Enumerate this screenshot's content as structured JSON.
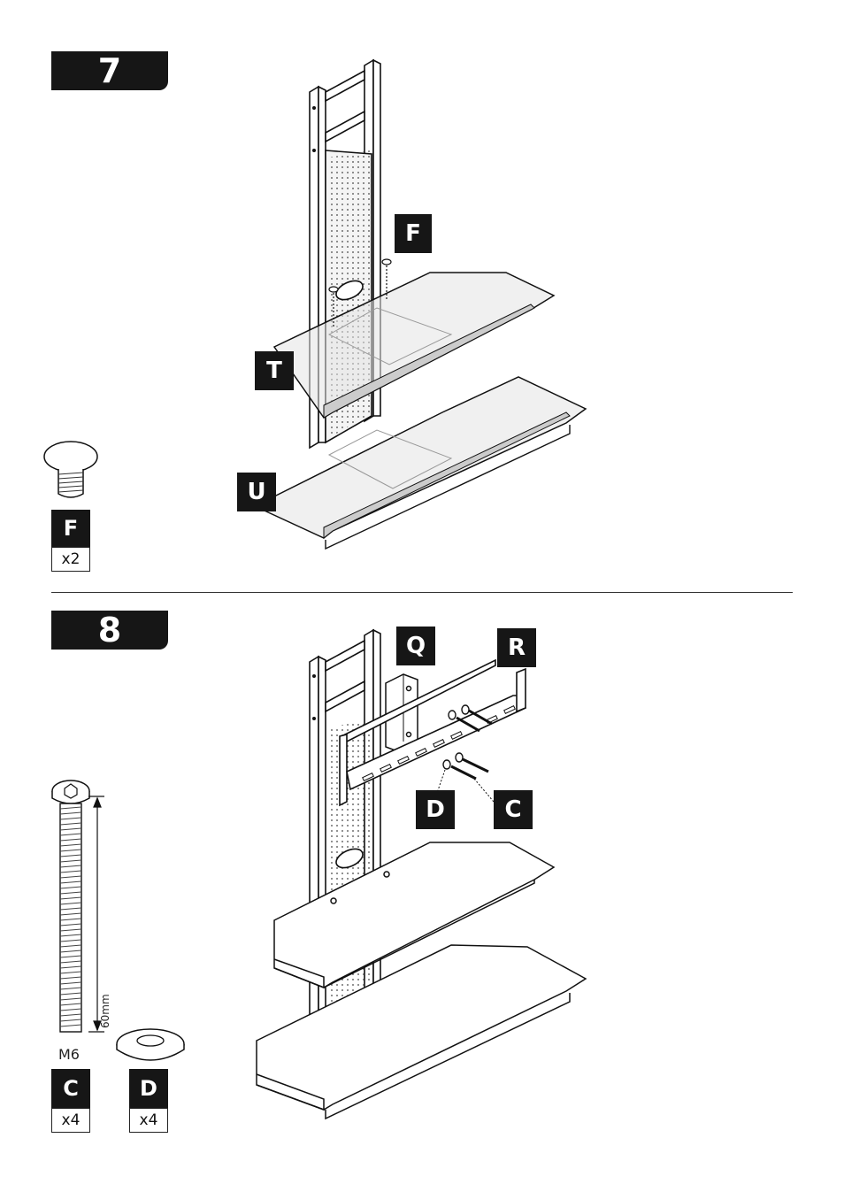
{
  "steps": [
    {
      "number": "7",
      "parts": [
        {
          "letter": "F",
          "quantity": "x2"
        }
      ],
      "callouts": [
        "F",
        "T",
        "U"
      ]
    },
    {
      "number": "8",
      "parts": [
        {
          "letter": "C",
          "quantity": "x4",
          "size": "M6",
          "length": "60mm"
        },
        {
          "letter": "D",
          "quantity": "x4"
        }
      ],
      "callouts": [
        "Q",
        "R",
        "D",
        "C"
      ]
    }
  ],
  "colors": {
    "ink": "#161616",
    "paper": "#ffffff",
    "glass": "#dcdcdc"
  }
}
